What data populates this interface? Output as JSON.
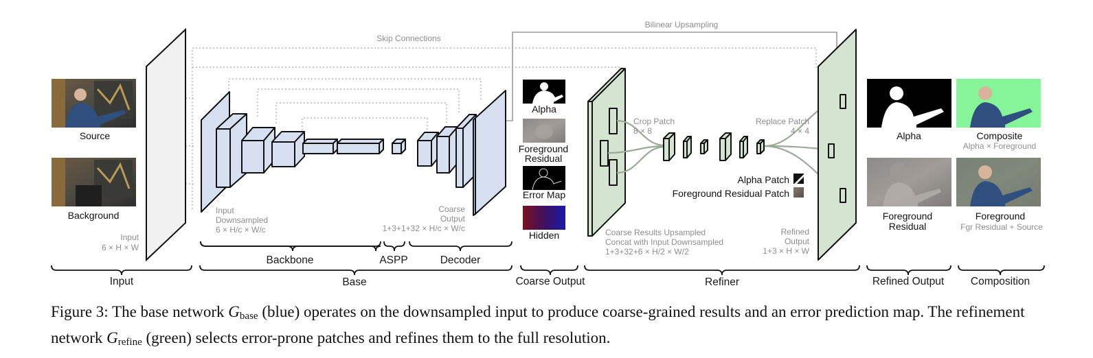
{
  "labels": {
    "skip_connections": "Skip Connections",
    "bilinear_upsampling": "Bilinear Upsampling",
    "source": "Source",
    "background": "Background",
    "input_l1": "Input",
    "input_l2": "6 × H × W",
    "input_ds_l1": "Input",
    "input_ds_l2": "Downsampled",
    "input_ds_l3": "6 × H/c × W/c",
    "coarse_out_l1": "Coarse",
    "coarse_out_l2": "Output",
    "coarse_out_l3": "1+3+1+32 × H/c × W/c",
    "alpha_small": "Alpha",
    "fg_residual_small_l1": "Foreground",
    "fg_residual_small_l2": "Residual",
    "error_map": "Error Map",
    "hidden": "Hidden",
    "crop_patch_l1": "Crop Patch",
    "crop_patch_l2": "8 × 8",
    "replace_patch_l1": "Replace Patch",
    "replace_patch_l2": "4 × 4",
    "alpha_patch": "Alpha Patch",
    "fg_residual_patch": "Foreground Residual Patch",
    "coarse_up_l1": "Coarse Results Upsampled",
    "coarse_up_l2": "Concat with Input Downsampled",
    "coarse_up_l3": "1+3+32+6 × H/2 × W/2",
    "refined_output_l1": "Refined",
    "refined_output_l2": "Output",
    "refined_output_l3": "1+3 × H × W",
    "alpha_big": "Alpha",
    "composite": "Composite",
    "composite_sub": "Alpha × Foreground",
    "fg_residual_big_l1": "Foreground",
    "fg_residual_big_l2": "Residual",
    "foreground": "Foreground",
    "foreground_sub": "Fgr Residual + Source"
  },
  "sub_sections": {
    "backbone": "Backbone",
    "aspp": "ASPP",
    "decoder": "Decoder"
  },
  "sections": {
    "input": "Input",
    "base": "Base",
    "coarse_output": "Coarse Output",
    "refiner": "Refiner",
    "refined_output": "Refined Output",
    "composition": "Composition"
  },
  "caption": {
    "p1": "Figure 3: The base network ",
    "g": "G",
    "base_sub": "base",
    "p2": " (blue) operates on the downsampled input to produce coarse-grained results and an error prediction map. The refinement network ",
    "refine_sub": "refine",
    "p3": " (green) selects error-prone patches and refines them to the full resolution."
  },
  "colors": {
    "base_blue": "#d6e0f0",
    "refine_green": "#d5e3d1",
    "input_grey": "#f1f1f1",
    "green_screen": "#86f59a",
    "hidden_start": "#7a1020",
    "hidden_end": "#1a1aa8"
  }
}
